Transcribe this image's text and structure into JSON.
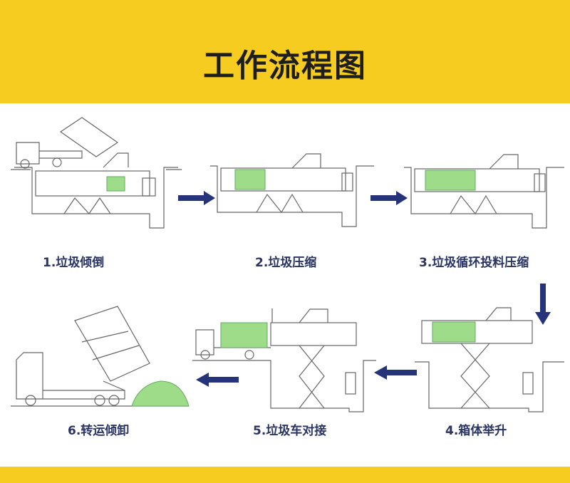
{
  "title": "工作流程图",
  "steps": [
    {
      "label": "1.垃圾倾倒"
    },
    {
      "label": "2.垃圾压缩"
    },
    {
      "label": "3.垃圾循环投料压缩"
    },
    {
      "label": "4.箱体举升"
    },
    {
      "label": "5.垃圾车对接"
    },
    {
      "label": "6.转运倾卸"
    }
  ],
  "colors": {
    "band": "#f5cc1f",
    "arrow": "#25337a",
    "label": "#2a3563",
    "garbage": "#9fdc8a"
  }
}
